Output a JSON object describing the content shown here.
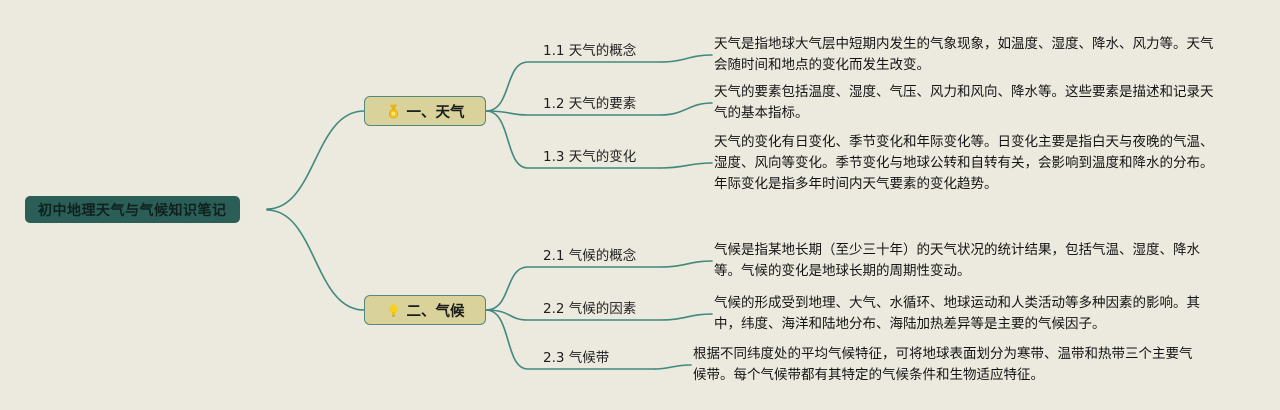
{
  "canvas": {
    "background": "#ece9de",
    "connector_color": "#41897f",
    "root_color": "#2b5e57",
    "branch_color": "#d9d39b",
    "icon_color": "#f2c31c"
  },
  "root": {
    "label": "初中地理天气与气候知识笔记"
  },
  "branches": [
    {
      "label": "一、天气",
      "icon": "medal-icon",
      "children": [
        {
          "label": "1.1 天气的概念",
          "desc": "天气是指地球大气层中短期内发生的气象现象，如温度、湿度、降水、风力等。天气会随时间和地点的变化而发生改变。"
        },
        {
          "label": "1.2 天气的要素",
          "desc": "天气的要素包括温度、湿度、气压、风力和风向、降水等。这些要素是描述和记录天气的基本指标。"
        },
        {
          "label": "1.3 天气的变化",
          "desc": "天气的变化有日变化、季节变化和年际变化等。日变化主要是指白天与夜晚的气温、湿度、风向等变化。季节变化与地球公转和自转有关，会影响到温度和降水的分布。年际变化是指多年时间内天气要素的变化趋势。"
        }
      ]
    },
    {
      "label": "二、气候",
      "icon": "bulb-icon",
      "children": [
        {
          "label": "2.1 气候的概念",
          "desc": "气候是指某地长期（至少三十年）的天气状况的统计结果，包括气温、湿度、降水等。气候的变化是地球长期的周期性变动。"
        },
        {
          "label": "2.2 气候的因素",
          "desc": "气候的形成受到地理、大气、水循环、地球运动和人类活动等多种因素的影响。其中，纬度、海洋和陆地分布、海陆加热差异等是主要的气候因子。"
        },
        {
          "label": "2.3 气候带",
          "desc": "根据不同纬度处的平均气候特征，可将地球表面划分为寒带、温带和热带三个主要气候带。每个气候带都有其特定的气候条件和生物适应特征。"
        }
      ]
    }
  ]
}
